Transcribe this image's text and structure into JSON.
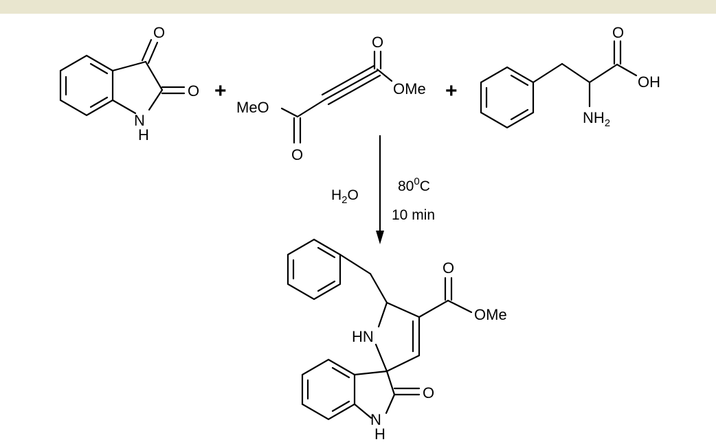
{
  "colors": {
    "top_bar": "#e9e6cf",
    "ink": "#000000",
    "background": "#ffffff"
  },
  "reactants": {
    "isatin": {
      "oxygen_top": "O",
      "oxygen_right": "O",
      "nh_n": "N",
      "nh_h": "H"
    },
    "plus_1": "+",
    "dmad": {
      "oxygen_top": "O",
      "ome_right": "OMe",
      "meo_left": "MeO",
      "oxygen_bottom": "O"
    },
    "plus_2": "+",
    "phenylalanine": {
      "oxygen_top": "O",
      "oh": "OH",
      "amine": "NH",
      "amine_sub": "2"
    }
  },
  "conditions": {
    "solvent": "H",
    "solvent_sub": "2",
    "solvent_tail": "O",
    "temp_value": "80",
    "temp_sup": "0",
    "temp_unit": "C",
    "time": "10 min"
  },
  "product": {
    "oxygen_ester": "O",
    "ome": "OMe",
    "hn": "HN",
    "oxygen_lactam": "O",
    "nh_n": "N",
    "nh_h": "H"
  }
}
